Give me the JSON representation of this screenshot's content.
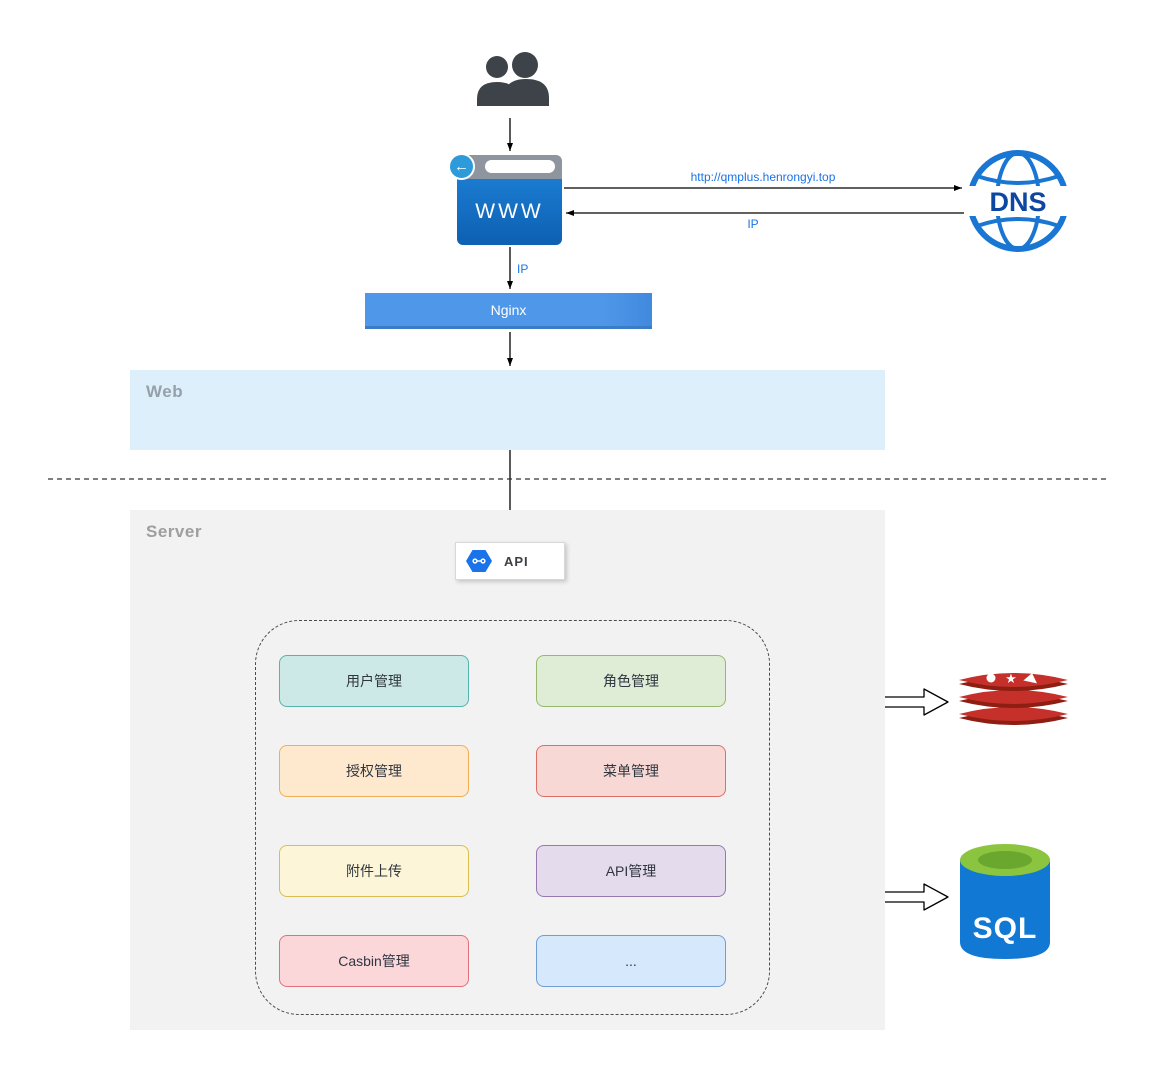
{
  "nodes": {
    "users": {
      "name": "users"
    },
    "browser": {
      "label": "WWW"
    },
    "dns": {
      "label": "DNS"
    },
    "nginx": {
      "label": "Nginx"
    },
    "web_zone": {
      "label": "Web"
    },
    "server_zone": {
      "label": "Server"
    },
    "api": {
      "label": "API"
    },
    "redis": {
      "name": "redis"
    },
    "sql": {
      "label": "SQL"
    }
  },
  "edges": {
    "browser_to_dns": {
      "label": "http://qmplus.henrongyi.top"
    },
    "dns_to_browser": {
      "label": "IP"
    },
    "browser_to_nginx": {
      "label": "IP"
    }
  },
  "modules": [
    {
      "label": "用户管理",
      "fill": "#cce9e7",
      "border": "#55b4ab"
    },
    {
      "label": "角色管理",
      "fill": "#dfecd6",
      "border": "#97b96d"
    },
    {
      "label": "授权管理",
      "fill": "#ffe9ce",
      "border": "#efaf54"
    },
    {
      "label": "菜单管理",
      "fill": "#f8d8d5",
      "border": "#df6f66"
    },
    {
      "label": "附件上传",
      "fill": "#fdf5d7",
      "border": "#d9bd52"
    },
    {
      "label": "API管理",
      "fill": "#e4dbed",
      "border": "#9878ae"
    },
    {
      "label": "Casbin管理",
      "fill": "#fbd7da",
      "border": "#e0717c"
    },
    {
      "label": "...",
      "fill": "#d6e9fc",
      "border": "#6d9ed9"
    }
  ],
  "colors": {
    "browser_blue": "#1273cc",
    "toolbar_gray": "#8e959e",
    "nginx_blue": "#4f98e9",
    "web_zone_fill": "#dceffb",
    "server_zone_fill": "#f2f2f2",
    "edge_label_blue": "#1a73e8",
    "dns_blue": "#1976d2",
    "redis_red": "#c6302b",
    "sql_body_blue": "#1178d4",
    "sql_top_green": "#8bc53f"
  }
}
